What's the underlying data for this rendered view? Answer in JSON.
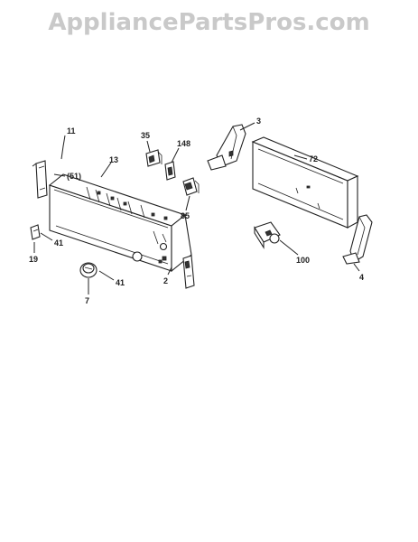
{
  "watermark": "AppliancePartsPros.com",
  "callouts": {
    "c11": "11",
    "c151": "(51)",
    "c13": "13",
    "c35": "35",
    "c148": "148",
    "c85": "85",
    "c3": "3",
    "c72": "72",
    "c100": "100",
    "c4": "4",
    "c19": "19",
    "c41a": "41",
    "c41b": "41",
    "c7": "7",
    "c2": "2"
  }
}
